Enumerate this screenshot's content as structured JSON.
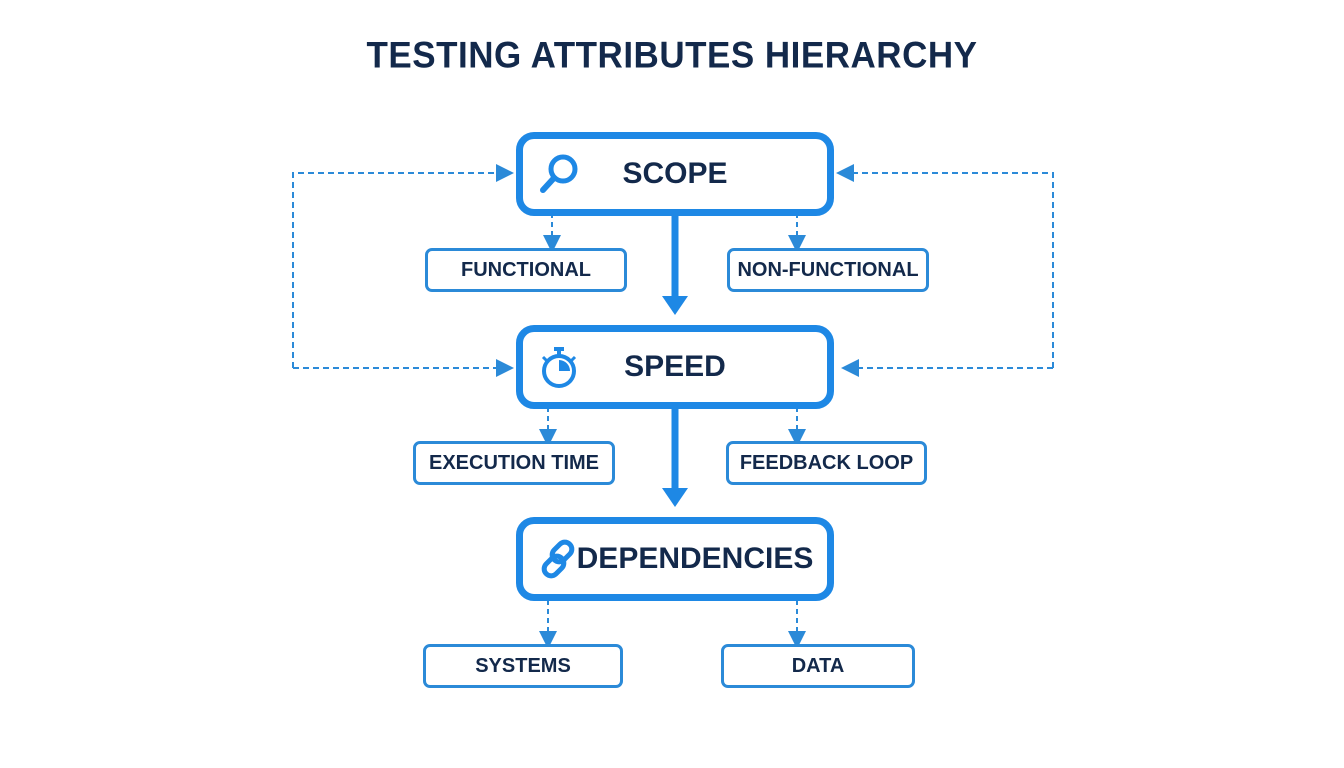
{
  "title": "TESTING ATTRIBUTES HIERARCHY",
  "colors": {
    "accent": "#1e88e5",
    "text": "#13294b",
    "background": "#ffffff"
  },
  "levels": [
    {
      "label": "SCOPE",
      "icon": "magnifier-icon",
      "children": [
        {
          "label": "FUNCTIONAL"
        },
        {
          "label": "NON-FUNCTIONAL"
        }
      ]
    },
    {
      "label": "SPEED",
      "icon": "stopwatch-icon",
      "children": [
        {
          "label": "EXECUTION TIME"
        },
        {
          "label": "FEEDBACK LOOP"
        }
      ]
    },
    {
      "label": "DEPENDENCIES",
      "icon": "chain-link-icon",
      "children": [
        {
          "label": "SYSTEMS"
        },
        {
          "label": "DATA"
        }
      ]
    }
  ],
  "connectors": {
    "solid": [
      "SCOPE -> SPEED",
      "SPEED -> DEPENDENCIES"
    ],
    "dashed_children": [
      "SCOPE -> FUNCTIONAL",
      "SCOPE -> NON-FUNCTIONAL",
      "SPEED -> EXECUTION TIME",
      "SPEED -> FEEDBACK LOOP",
      "DEPENDENCIES -> SYSTEMS",
      "DEPENDENCIES -> DATA"
    ],
    "dashed_feedback": [
      "left loop: SPEED <-> SCOPE",
      "right loop: SPEED <-> SCOPE"
    ]
  }
}
